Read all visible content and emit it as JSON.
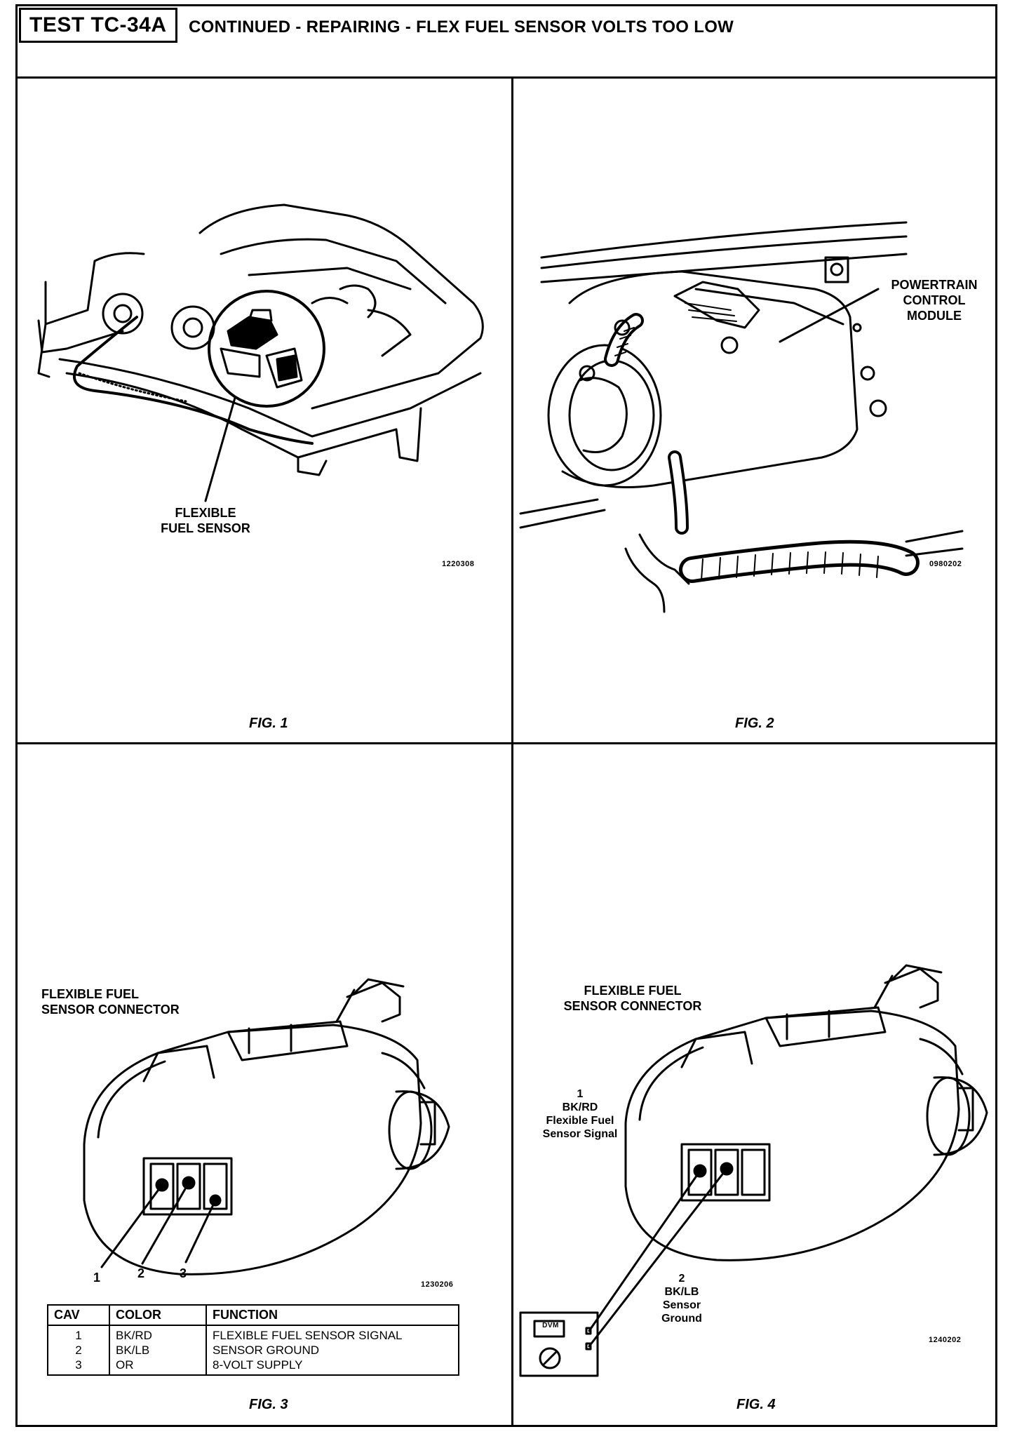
{
  "header": {
    "test_id": "TEST TC-34A",
    "title": "CONTINUED -  REPAIRING - FLEX FUEL SENSOR VOLTS TOO LOW"
  },
  "fig1": {
    "caption": "FIG. 1",
    "label": "FLEXIBLE\nFUEL SENSOR",
    "code": "1220308"
  },
  "fig2": {
    "caption": "FIG. 2",
    "label": "POWERTRAIN\nCONTROL\nMODULE",
    "code": "0980202"
  },
  "fig3": {
    "caption": "FIG. 3",
    "label": "FLEXIBLE FUEL\nSENSOR CONNECTOR",
    "code": "1230206",
    "pins": [
      "1",
      "2",
      "3"
    ],
    "table": {
      "headers": [
        "CAV",
        "COLOR",
        "FUNCTION"
      ],
      "rows": [
        [
          "1",
          "BK/RD",
          "FLEXIBLE FUEL SENSOR SIGNAL"
        ],
        [
          "2",
          "BK/LB",
          "SENSOR GROUND"
        ],
        [
          "3",
          "OR",
          "8-VOLT SUPPLY"
        ]
      ]
    }
  },
  "fig4": {
    "caption": "FIG. 4",
    "label": "FLEXIBLE FUEL\nSENSOR CONNECTOR",
    "code": "1240202",
    "pin1": "1\nBK/RD\nFlexible Fuel\nSensor Signal",
    "pin2": "2\nBK/LB\nSensor\nGround",
    "meter_label": "DVM"
  }
}
